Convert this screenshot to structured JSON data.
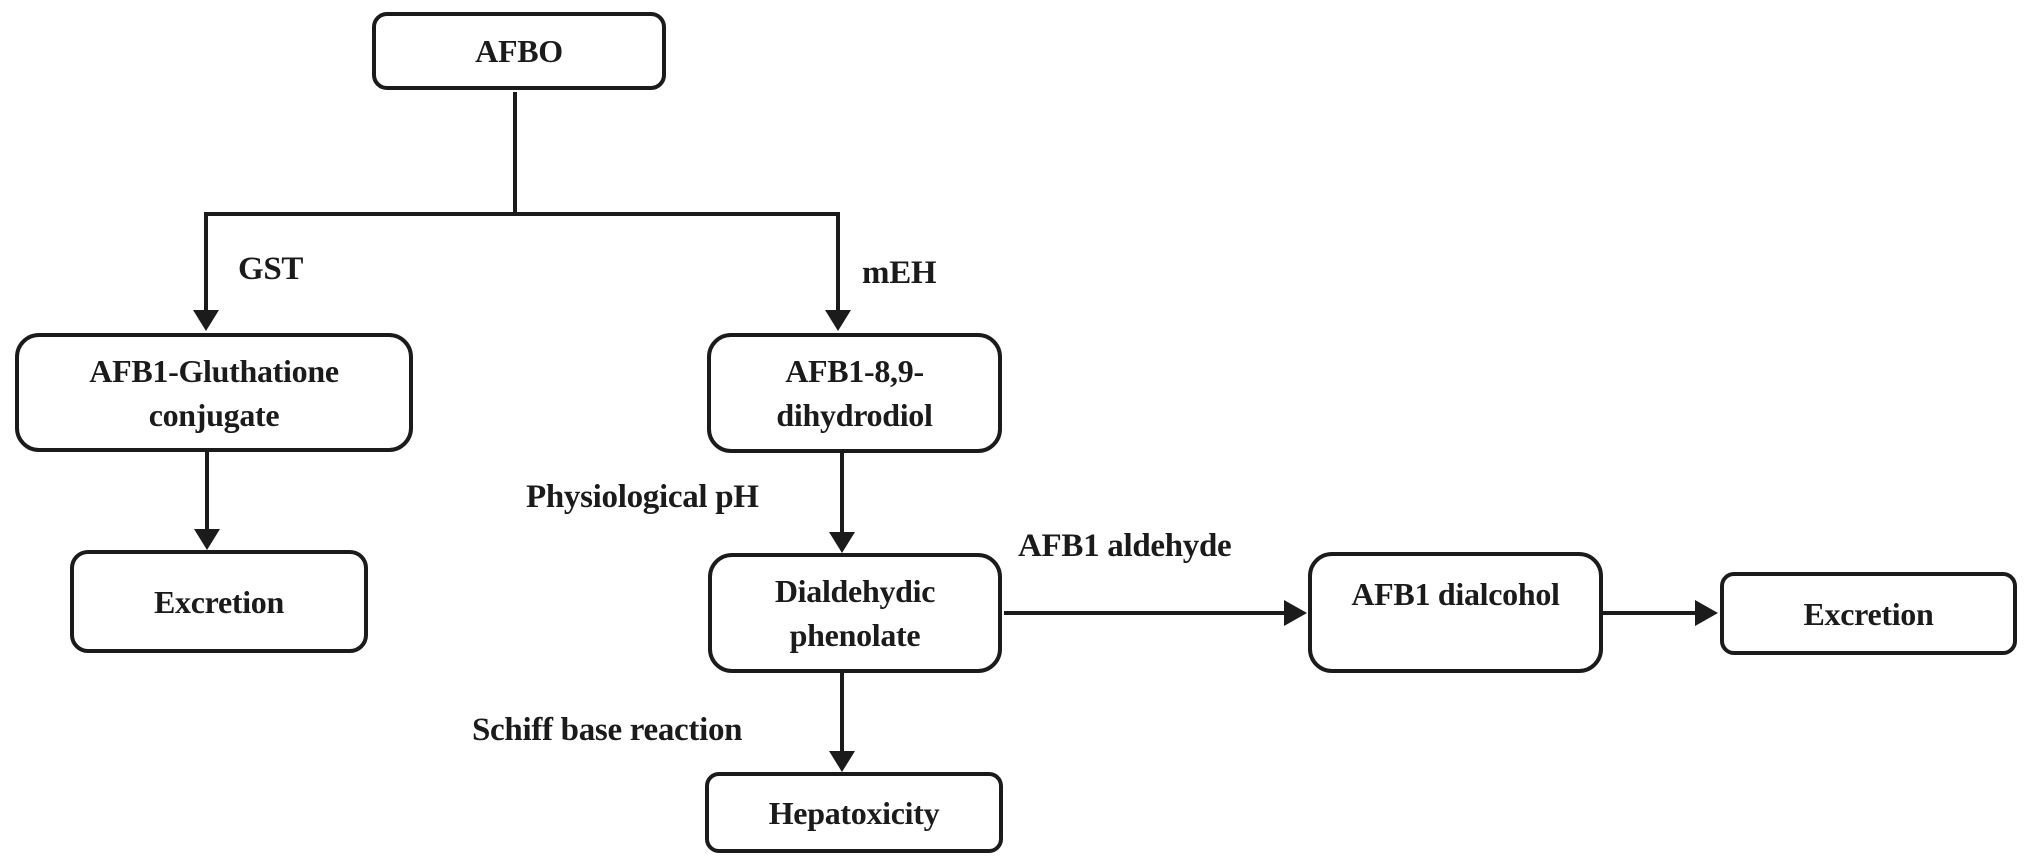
{
  "diagram": {
    "background_color": "#ffffff",
    "line_color": "#1b1b1b",
    "text_color": "#1b1b1b",
    "node_fill_color": "#ffffff",
    "nodes": {
      "afbo": {
        "label": "AFBO"
      },
      "afb1_gluthatione_conjugate": {
        "line1": "AFB1-Gluthatione",
        "line2": "conjugate"
      },
      "afb1_8_9_dihydrodiol": {
        "line1": "AFB1-8,9-",
        "line2": "dihydrodiol"
      },
      "excretion_left": {
        "label": "Excretion"
      },
      "dialdehydic_phenolate": {
        "line1": "Dialdehydic",
        "line2": "phenolate"
      },
      "afb1_dialcohol": {
        "label": "AFB1 dialcohol"
      },
      "excretion_right": {
        "label": "Excretion"
      },
      "hepatoxicity": {
        "label": "Hepatoxicity"
      }
    },
    "edge_labels": {
      "gst": "GST",
      "meh": "mEH",
      "physiological_ph": "Physiological pH",
      "afb1_aldehyde": "AFB1 aldehyde",
      "schiff_base_reaction": "Schiff base reaction"
    },
    "edges": [
      {
        "from": "afbo",
        "to": "afb1_gluthatione_conjugate",
        "label": "GST"
      },
      {
        "from": "afbo",
        "to": "afb1_8_9_dihydrodiol",
        "label": "mEH"
      },
      {
        "from": "afb1_gluthatione_conjugate",
        "to": "excretion_left",
        "label": ""
      },
      {
        "from": "afb1_8_9_dihydrodiol",
        "to": "dialdehydic_phenolate",
        "label": "Physiological pH"
      },
      {
        "from": "dialdehydic_phenolate",
        "to": "afb1_dialcohol",
        "label": "AFB1 aldehyde"
      },
      {
        "from": "afb1_dialcohol",
        "to": "excretion_right",
        "label": ""
      },
      {
        "from": "dialdehydic_phenolate",
        "to": "hepatoxicity",
        "label": "Schiff base reaction"
      }
    ]
  }
}
